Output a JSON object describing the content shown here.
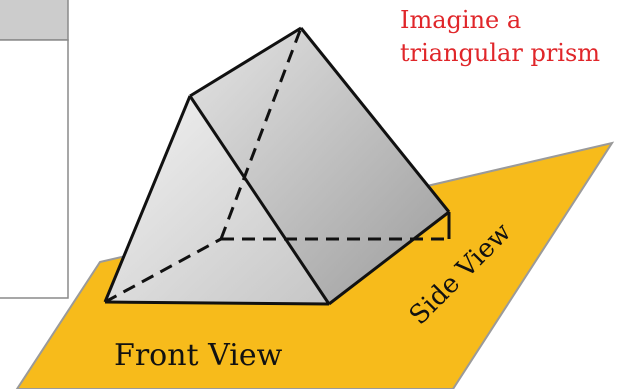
{
  "caption": {
    "line1": "Imagine a",
    "line2": "triangular prism"
  },
  "plane": {
    "front_label": "Front View",
    "side_label": "Side View"
  },
  "colors": {
    "caption": "#e0262a",
    "plane_fill": "#f7bb1b",
    "plane_stroke": "#9a9a9a",
    "outline": "#111111",
    "panel_header": "#cccccc"
  }
}
